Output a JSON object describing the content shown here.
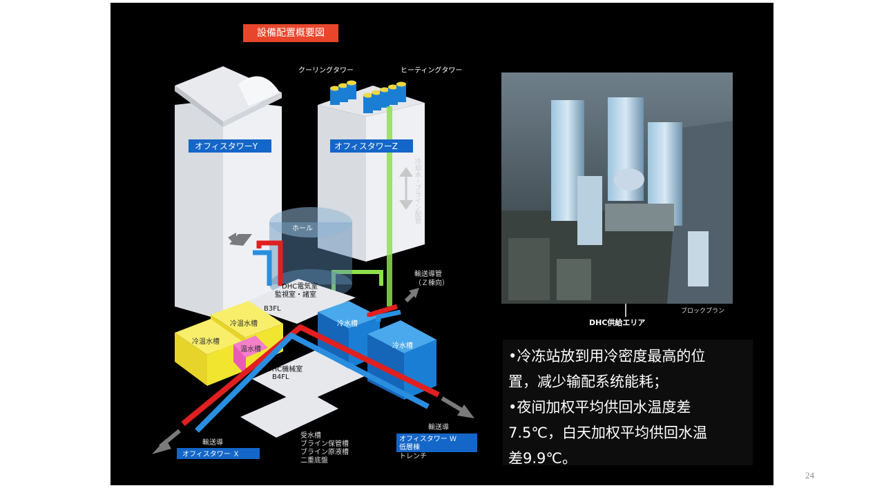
{
  "title": "設備配置概要図",
  "towers": {
    "y": "オフィスタワーY",
    "z": "オフィスタワーZ"
  },
  "top_labels": {
    "cooling": "クーリングタワー",
    "heating": "ヒーティングタワー"
  },
  "vertical_label": "冷却水・ブライン配管",
  "hall": "ホール",
  "pipe_y": {
    "line1": "輸送導管",
    "line2": "（Ｙ棟向）"
  },
  "pipe_z": {
    "line1": "輸送導管",
    "line2": "（Ｚ棟向）"
  },
  "dhc_electric": {
    "line1": "DHC電気室",
    "line2": "監視室・諸室",
    "floor": "B3FL"
  },
  "dhc_machine": {
    "line1": "DHC機械室",
    "floor": "B4FL"
  },
  "tanks": {
    "hot_left": "冷温水槽",
    "hot_top": "冷温水槽",
    "warm": "温水槽",
    "cold1": "冷水槽",
    "cold2": "冷水槽"
  },
  "bottom_list": [
    "受水槽",
    "ブライン保管槽",
    "ブライン原液槽",
    "二重底盤"
  ],
  "pipe_x": {
    "line1": "輸送導",
    "box": "オフィスタワー Ｘ"
  },
  "pipe_w": {
    "line1": "輸送導",
    "box": "オフィスタワー Ｗ",
    "line2": "低層棟",
    "line3": "トレンチ"
  },
  "photo": {
    "caption": "ブロックプラン",
    "area": "DHC供給エリア"
  },
  "callout": [
    "•冷冻站放到用冷密度最高的位",
    "置，减少输配系统能耗；",
    "•夜间加权平均供回水温度差",
    "7.5℃，白天加权平均供回水温",
    "差9.9℃。"
  ],
  "page_number": "24",
  "colors": {
    "slide_bg": "#000000",
    "title_bg": "#e8452b",
    "label_blue": "#1466c8",
    "tank_yellow": "#f2e530",
    "tank_blue": "#1a7fd4",
    "pipe_red": "#e02020",
    "pipe_blue": "#2a8ee0",
    "pipe_green": "#8ee04a"
  }
}
